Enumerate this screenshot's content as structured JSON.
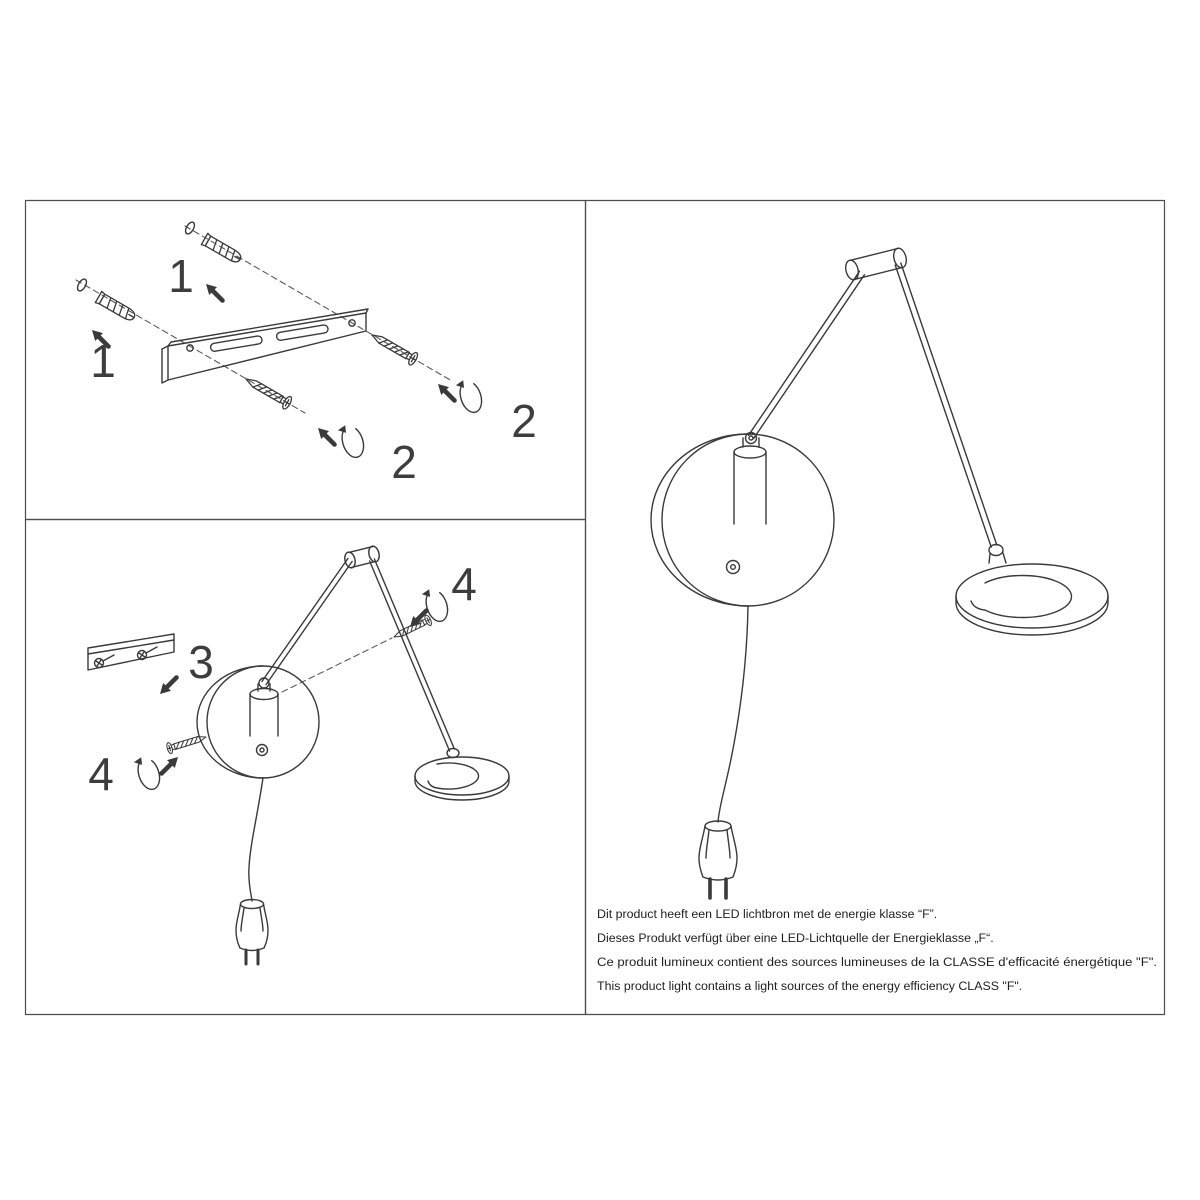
{
  "steps": {
    "plug_top": "1",
    "plug_left": "1",
    "screw_right": "2",
    "screw_bottom": "2",
    "bracket_hook": "3",
    "screw_upper": "4",
    "screw_side": "4"
  },
  "notes": {
    "nl": "Dit product heeft een LED lichtbron met de energie klasse “F”.",
    "de": "Dieses Produkt verfügt über eine LED-Lichtquelle der Energieklasse „F“.",
    "fr": "Ce produit lumineux contient des sources lumineuses de la CLASSE d'efficacité énergétique \"F\".",
    "en": "This product light contains a light sources of the energy efficiency CLASS \"F\"."
  },
  "colors": {
    "line": "#3a3a3a",
    "text": "#1f1f1f",
    "background": "#ffffff"
  }
}
